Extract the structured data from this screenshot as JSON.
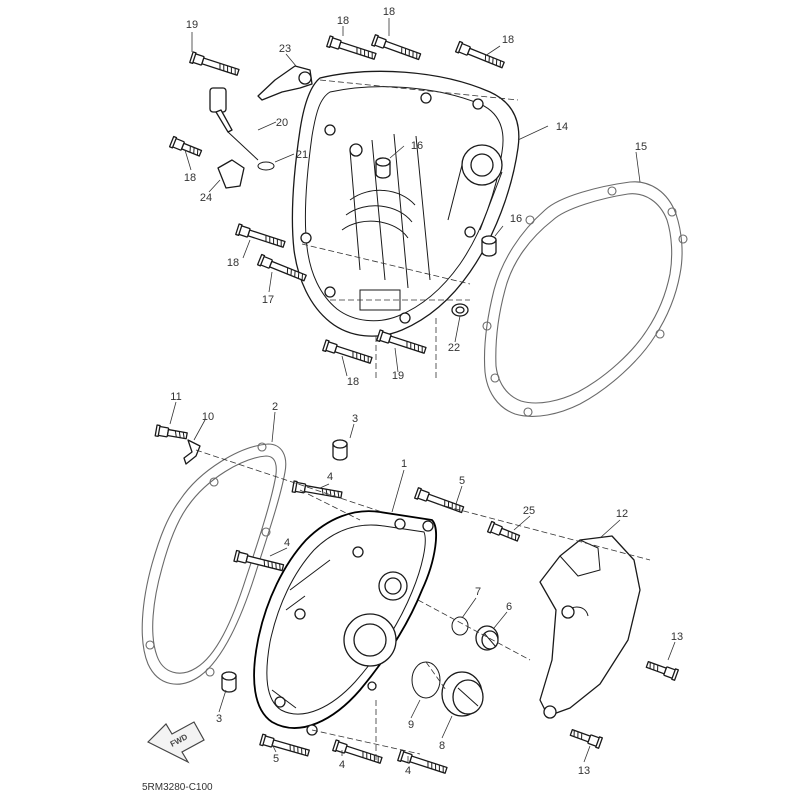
{
  "callouts": [
    "1",
    "2",
    "3",
    "4",
    "5",
    "6",
    "7",
    "8",
    "9",
    "10",
    "11",
    "12",
    "13",
    "14",
    "15",
    "16",
    "17",
    "18",
    "19",
    "20",
    "21",
    "22",
    "23",
    "24",
    "25"
  ],
  "drawing_code": "5RM3280-C100",
  "fwd_label": "FWD",
  "icons": [
    "bolt-icon",
    "gasket-icon",
    "o-ring-icon",
    "plug-icon",
    "cover-icon",
    "fwd-arrow-icon"
  ]
}
